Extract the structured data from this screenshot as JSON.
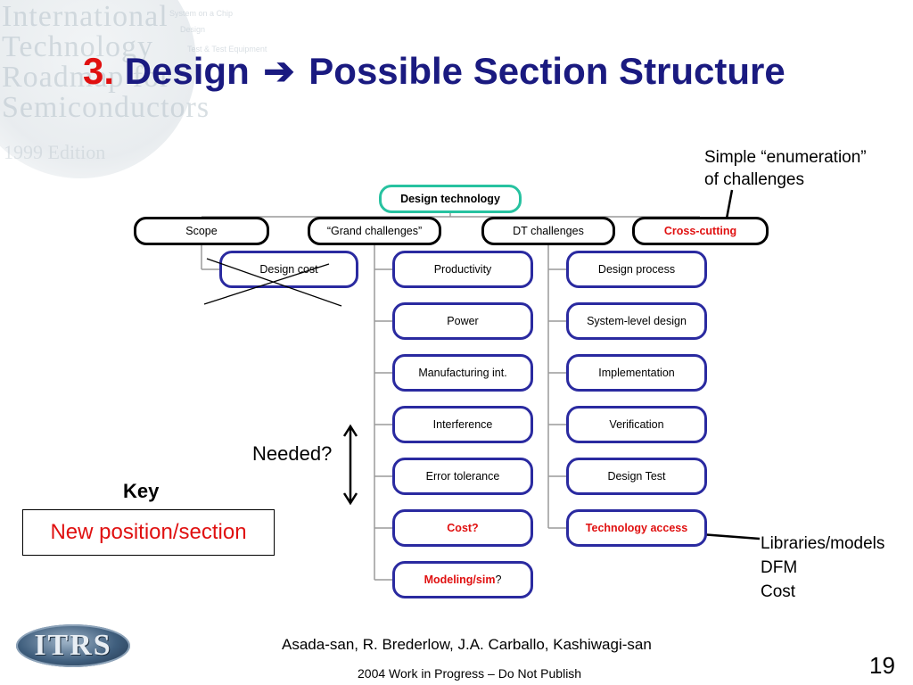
{
  "watermark": {
    "lines": [
      "International",
      "Technology",
      "Roadmap for",
      "Semiconductors"
    ],
    "edition": "1999 Edition",
    "menu": [
      "System on a Chip",
      "Design",
      "Test & Test Equipment"
    ]
  },
  "title": {
    "number": "3.",
    "left": "Design",
    "arrow": "➔",
    "right": "Possible Section Structure"
  },
  "tree": {
    "root": "Design technology",
    "level1": [
      "Scope",
      "“Grand challenges”",
      "DT challenges",
      "Cross-cutting"
    ],
    "scope_children": [
      "Design cost"
    ],
    "grand_challenges_children": [
      "Productivity",
      "Power",
      "Manufacturing int.",
      "Interference",
      "Error tolerance",
      "Cost?",
      "Modeling/sim"
    ],
    "grand_challenges_last_suffix": "?",
    "dt_challenges_children": [
      "Design process",
      "System-level design",
      "Implementation",
      "Verification",
      "Design Test",
      "Technology access"
    ]
  },
  "notes": {
    "enumeration": [
      "Simple “enumeration”",
      "of challenges"
    ],
    "technology_access": [
      "Libraries/models",
      "DFM",
      "Cost"
    ],
    "needed": "Needed?"
  },
  "key": {
    "label": "Key",
    "item": "New position/section",
    "item_color": "#e01010"
  },
  "logo": {
    "text": "ITRS"
  },
  "footer": {
    "authors": "Asada-san, R. Brederlow, J.A. Carballo, Kashiwagi-san",
    "note": "2004 Work in Progress – Do Not Publish",
    "page": "19"
  },
  "colors": {
    "title": "#1a1a80",
    "accent_red": "#e01010",
    "box_border": "#2a2aa0",
    "root_border": "#27c2a0"
  }
}
